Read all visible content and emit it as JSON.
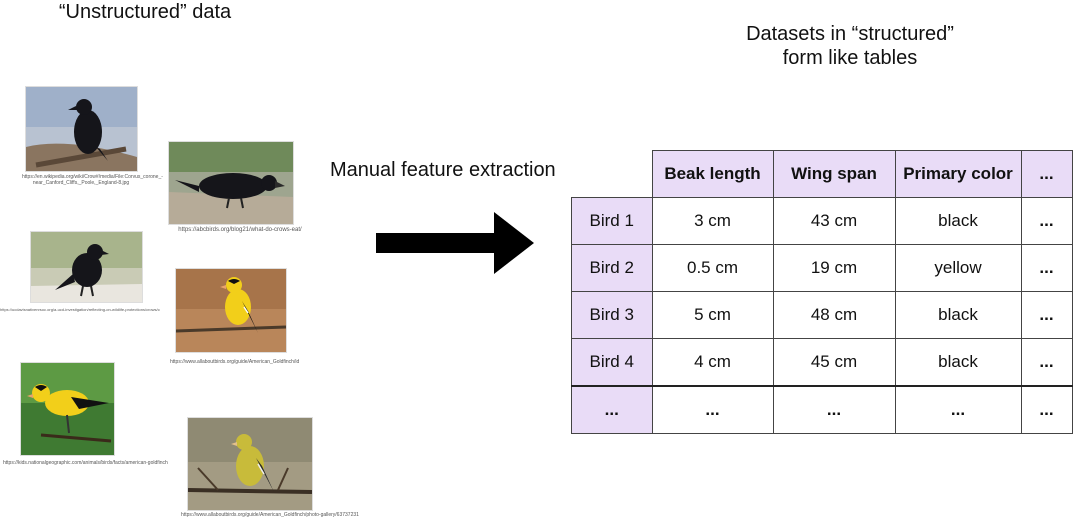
{
  "left_heading": "“Unstructured” data",
  "right_heading": "Datasets in “structured” form like tables",
  "arrow_label": "Manual feature extraction",
  "photos": [
    {
      "caption": "https://en.wikipedia.org/wiki/Crow#/media/File:Corvus_corone_-near_Canford_Cliffs,_Poole,_England-8.jpg"
    },
    {
      "caption": "https://abcbirds.org/blog21/what-do-crows-eat/"
    },
    {
      "caption": "https://ucdavisnativenrsoc.org/a-ucd-investigation/reflecting-on-wildlife-protections/crows/cornell-crows"
    },
    {
      "caption": "https://www.allaboutbirds.org/guide/American_Goldfinch/id"
    },
    {
      "caption": "https://kids.nationalgeographic.com/animals/birds/facts/american-goldfinch"
    },
    {
      "caption": "https://www.allaboutbirds.org/guide/American_Goldfinch/photo-gallery/63737231"
    }
  ],
  "table": {
    "columns": [
      "Beak length",
      "Wing span",
      "Primary color",
      "..."
    ],
    "rows": [
      {
        "label": "Bird 1",
        "cells": [
          "3 cm",
          "43 cm",
          "black",
          "..."
        ]
      },
      {
        "label": "Bird 2",
        "cells": [
          "0.5 cm",
          "19 cm",
          "yellow",
          "..."
        ]
      },
      {
        "label": "Bird 3",
        "cells": [
          "5 cm",
          "48 cm",
          "black",
          "..."
        ]
      },
      {
        "label": "Bird 4",
        "cells": [
          "4 cm",
          "45 cm",
          "black",
          "..."
        ]
      },
      {
        "label": "...",
        "cells": [
          "...",
          "...",
          "...",
          "..."
        ]
      }
    ]
  },
  "colors": {
    "header_fill": "#e9dcf7",
    "arrow": "#000000",
    "crow": "#15151a",
    "goldfinch_yellow": "#f2cf1a"
  }
}
